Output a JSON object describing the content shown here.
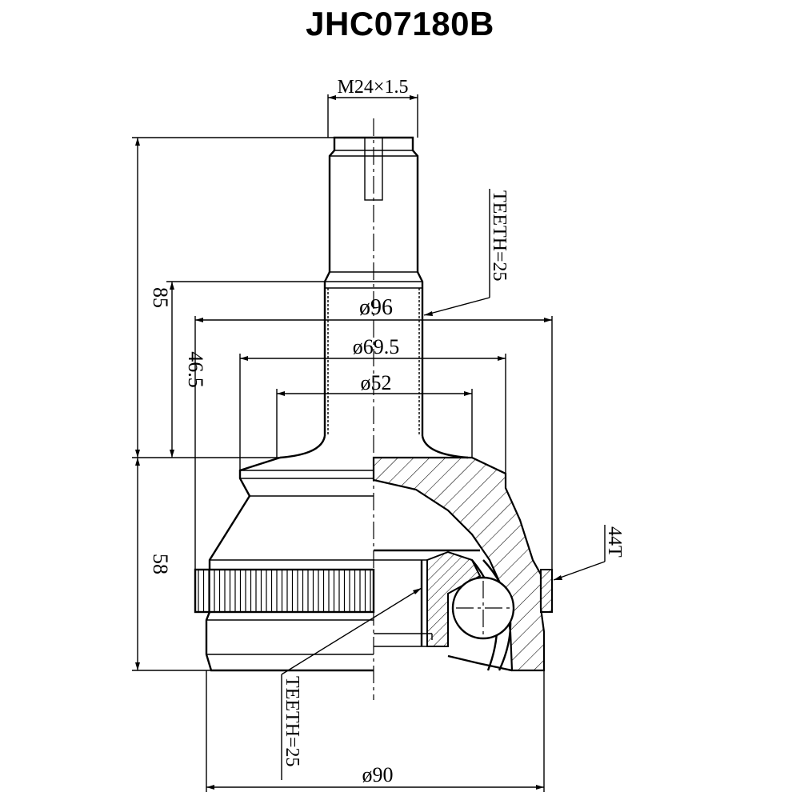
{
  "title": "JHC07180B",
  "dimensions": {
    "thread": "M24×1.5",
    "teeth_outer": "TEETH=25",
    "teeth_inner": "TEETH=25",
    "abs_teeth": "44T",
    "dia_96": "ø96",
    "dia_69_5": "ø69.5",
    "dia_52": "ø52",
    "dia_90": "ø90",
    "len_85": "85",
    "len_46_5": "46.5",
    "len_58": "58"
  },
  "colors": {
    "line": "#000000",
    "background": "#ffffff"
  }
}
